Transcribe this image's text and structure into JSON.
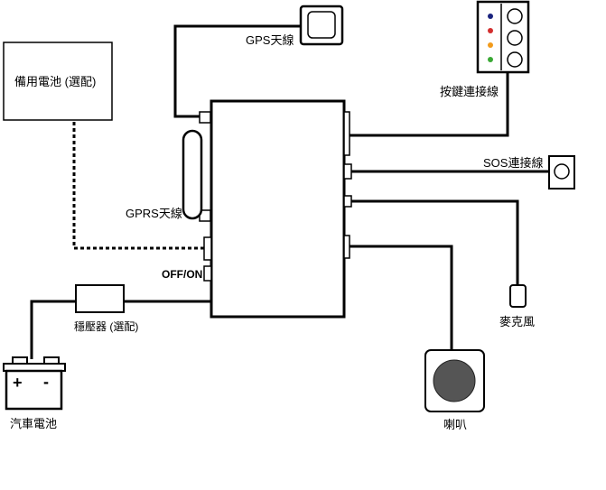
{
  "labels": {
    "backup_battery": "備用電池 (選配)",
    "gps_antenna": "GPS天線",
    "button_cable": "按鍵連接線",
    "sos_cable": "SOS連接線",
    "gprs_antenna": "GPRS天線",
    "off_on": "OFF/ON",
    "microphone": "麥克風",
    "regulator": "穩壓器 (選配)",
    "car_battery": "汽車電池",
    "speaker": "喇叭",
    "battery_plus": "+",
    "battery_minus": "-"
  },
  "colors": {
    "line": "#000000",
    "button_led_blue": "#1a237e",
    "button_led_red": "#d32f2f",
    "button_led_orange": "#f29b1c",
    "button_led_green": "#3aa935",
    "speaker_grille": "#555555"
  }
}
